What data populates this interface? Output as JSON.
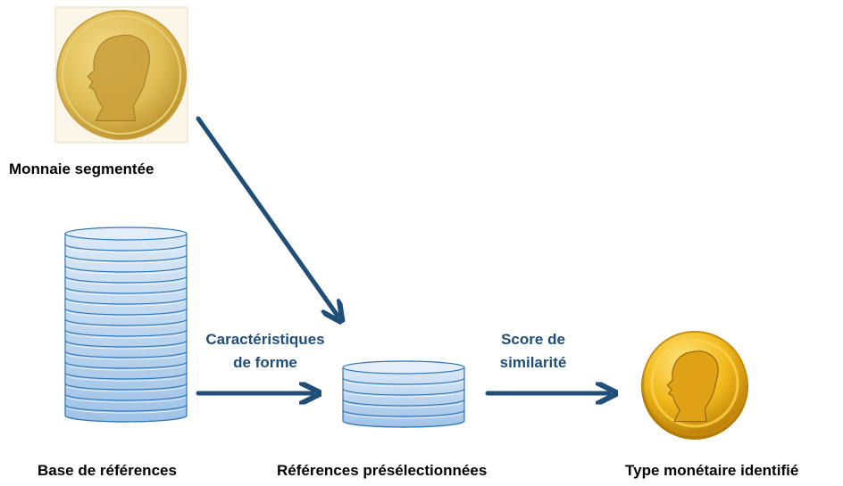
{
  "labels": {
    "segmented_coin": "Monnaie segmentée",
    "reference_base": "Base de références",
    "preselected_refs": "Références présélectionnées",
    "identified_type": "Type monétaire identifié"
  },
  "edge_labels": {
    "shape_features_line1": "Caractéristiques",
    "shape_features_line2": "de forme",
    "similarity_line1": "Score de",
    "similarity_line2": "similarité"
  },
  "colors": {
    "arrow": "#1f4e79",
    "edge_label": "#1f4e79",
    "disk_fill": "#bdd7ee",
    "disk_stroke": "#2e75b6",
    "coin_gold": "#e8b625"
  },
  "icons": {
    "segmented_coin": "coin-profile-icon",
    "identified_coin": "coin-profile-icon",
    "reference_base": "database-icon",
    "preselected_refs": "database-icon"
  }
}
